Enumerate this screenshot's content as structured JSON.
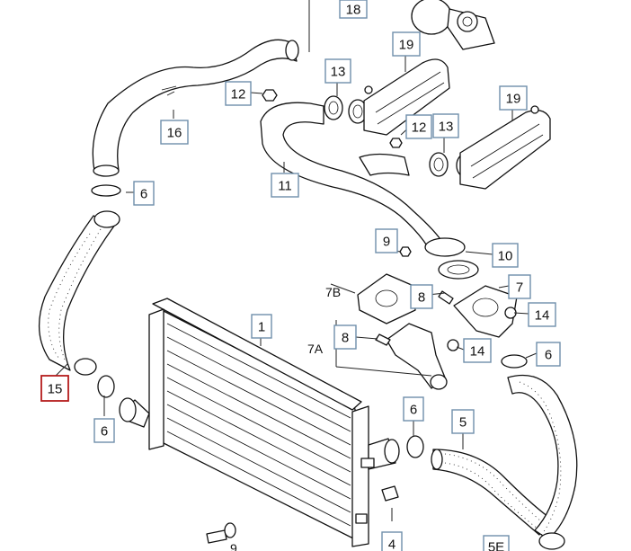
{
  "diagram": {
    "highlight_color": "#b51c1c",
    "box_border_color": "#6f8faa",
    "line_color": "#111111",
    "callouts": [
      {
        "id": "c1",
        "text": "1",
        "highlighted": false
      },
      {
        "id": "c4",
        "text": "4",
        "highlighted": false
      },
      {
        "id": "c5",
        "text": "5",
        "highlighted": false
      },
      {
        "id": "c5e",
        "text": "5E",
        "highlighted": false
      },
      {
        "id": "c6a",
        "text": "6",
        "highlighted": false
      },
      {
        "id": "c6b",
        "text": "6",
        "highlighted": false
      },
      {
        "id": "c6c",
        "text": "6",
        "highlighted": false
      },
      {
        "id": "c6d",
        "text": "6",
        "highlighted": false
      },
      {
        "id": "c7",
        "text": "7",
        "highlighted": false
      },
      {
        "id": "c8a",
        "text": "8",
        "highlighted": false
      },
      {
        "id": "c8b",
        "text": "8",
        "highlighted": false
      },
      {
        "id": "c9",
        "text": "9",
        "highlighted": false
      },
      {
        "id": "c10",
        "text": "10",
        "highlighted": false
      },
      {
        "id": "c11",
        "text": "11",
        "highlighted": false
      },
      {
        "id": "c12a",
        "text": "12",
        "highlighted": false
      },
      {
        "id": "c12b",
        "text": "12",
        "highlighted": false
      },
      {
        "id": "c13a",
        "text": "13",
        "highlighted": false
      },
      {
        "id": "c13b",
        "text": "13",
        "highlighted": false
      },
      {
        "id": "c14a",
        "text": "14",
        "highlighted": false
      },
      {
        "id": "c14b",
        "text": "14",
        "highlighted": false
      },
      {
        "id": "c15",
        "text": "15",
        "highlighted": true
      },
      {
        "id": "c16",
        "text": "16",
        "highlighted": false
      },
      {
        "id": "c18",
        "text": "18",
        "highlighted": false
      },
      {
        "id": "c19a",
        "text": "19",
        "highlighted": false
      },
      {
        "id": "c19b",
        "text": "19",
        "highlighted": false
      }
    ],
    "plain_labels": [
      {
        "id": "l7a",
        "text": "7A"
      },
      {
        "id": "l7b",
        "text": "7B"
      },
      {
        "id": "l9partial",
        "text": "9"
      }
    ]
  }
}
